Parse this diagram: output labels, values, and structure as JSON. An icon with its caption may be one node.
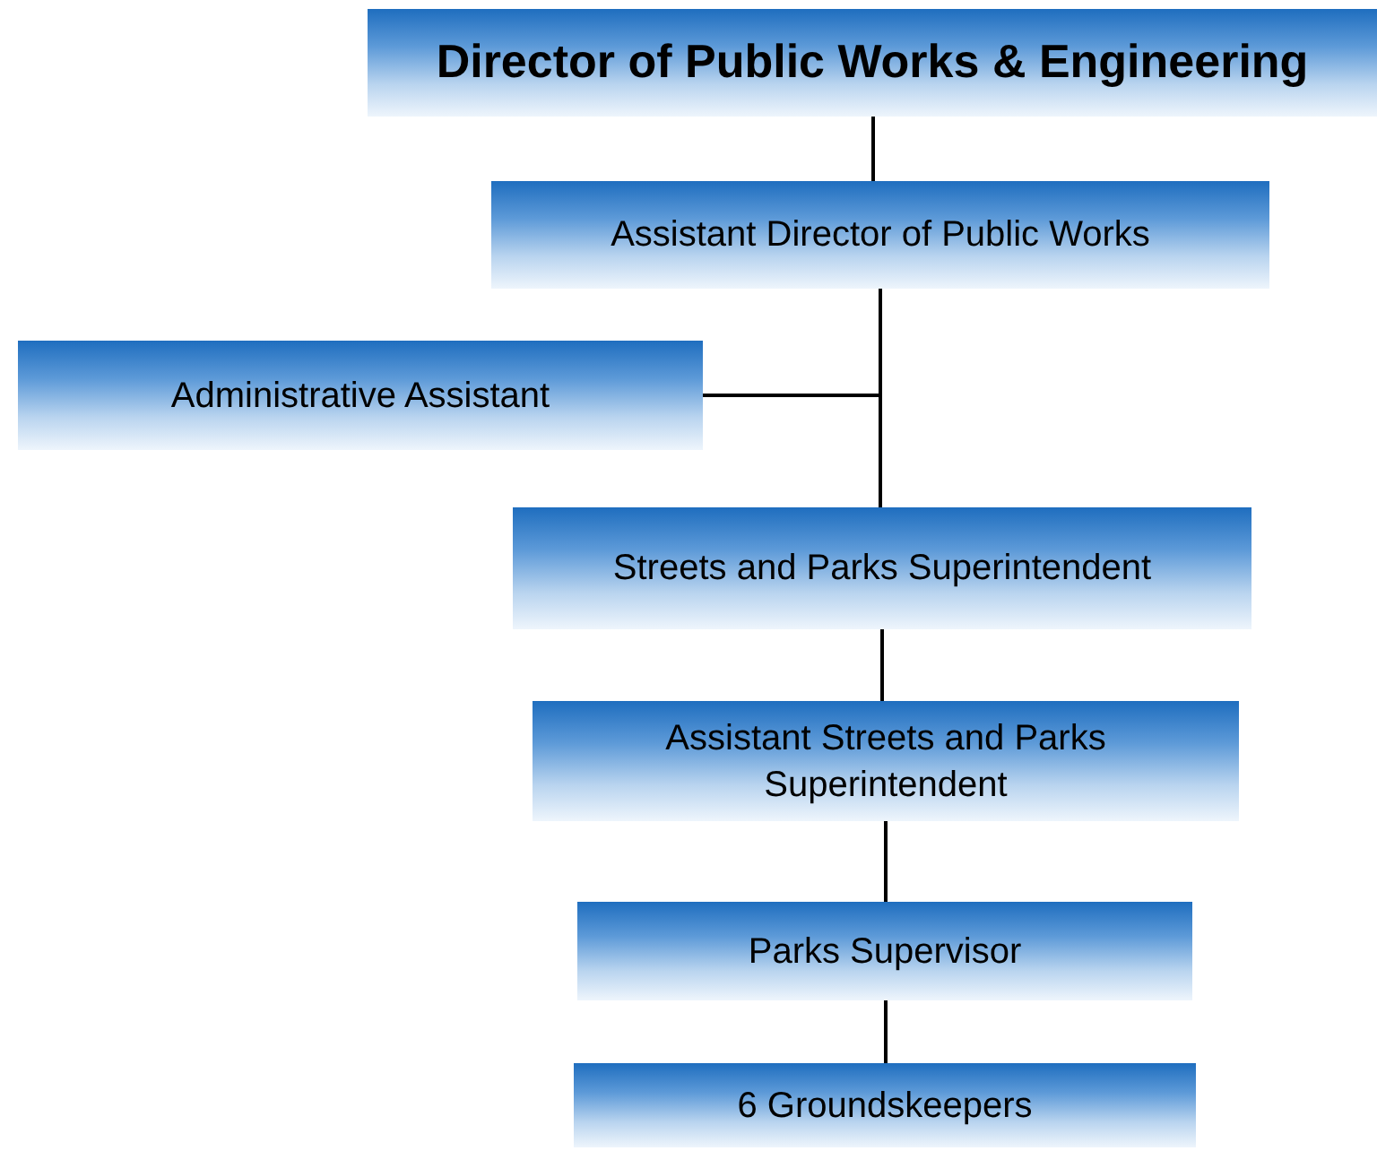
{
  "diagram": {
    "nodes": [
      {
        "text": [
          "Director of Public Works & Engineering"
        ]
      },
      {
        "text": [
          "Assistant Director of Public Works"
        ]
      },
      {
        "text": [
          "Administrative Assistant"
        ]
      },
      {
        "text": [
          "Streets and Parks Superintendent"
        ]
      },
      {
        "text": [
          "Assistant Streets and Parks Superintendent"
        ]
      },
      {
        "text": [
          "Parks Supervisor"
        ]
      },
      {
        "text": [
          "6 Groundskeepers"
        ]
      }
    ],
    "edges": [
      {
        "from": 0,
        "to": 1,
        "arrow": "none"
      },
      {
        "from": 1,
        "to": 2,
        "arrow": "none"
      },
      {
        "from": 1,
        "to": 3,
        "arrow": "none"
      },
      {
        "from": 3,
        "to": 4,
        "arrow": "none"
      },
      {
        "from": 4,
        "to": 5,
        "arrow": "none"
      },
      {
        "from": 5,
        "to": 6,
        "arrow": "none"
      }
    ]
  }
}
